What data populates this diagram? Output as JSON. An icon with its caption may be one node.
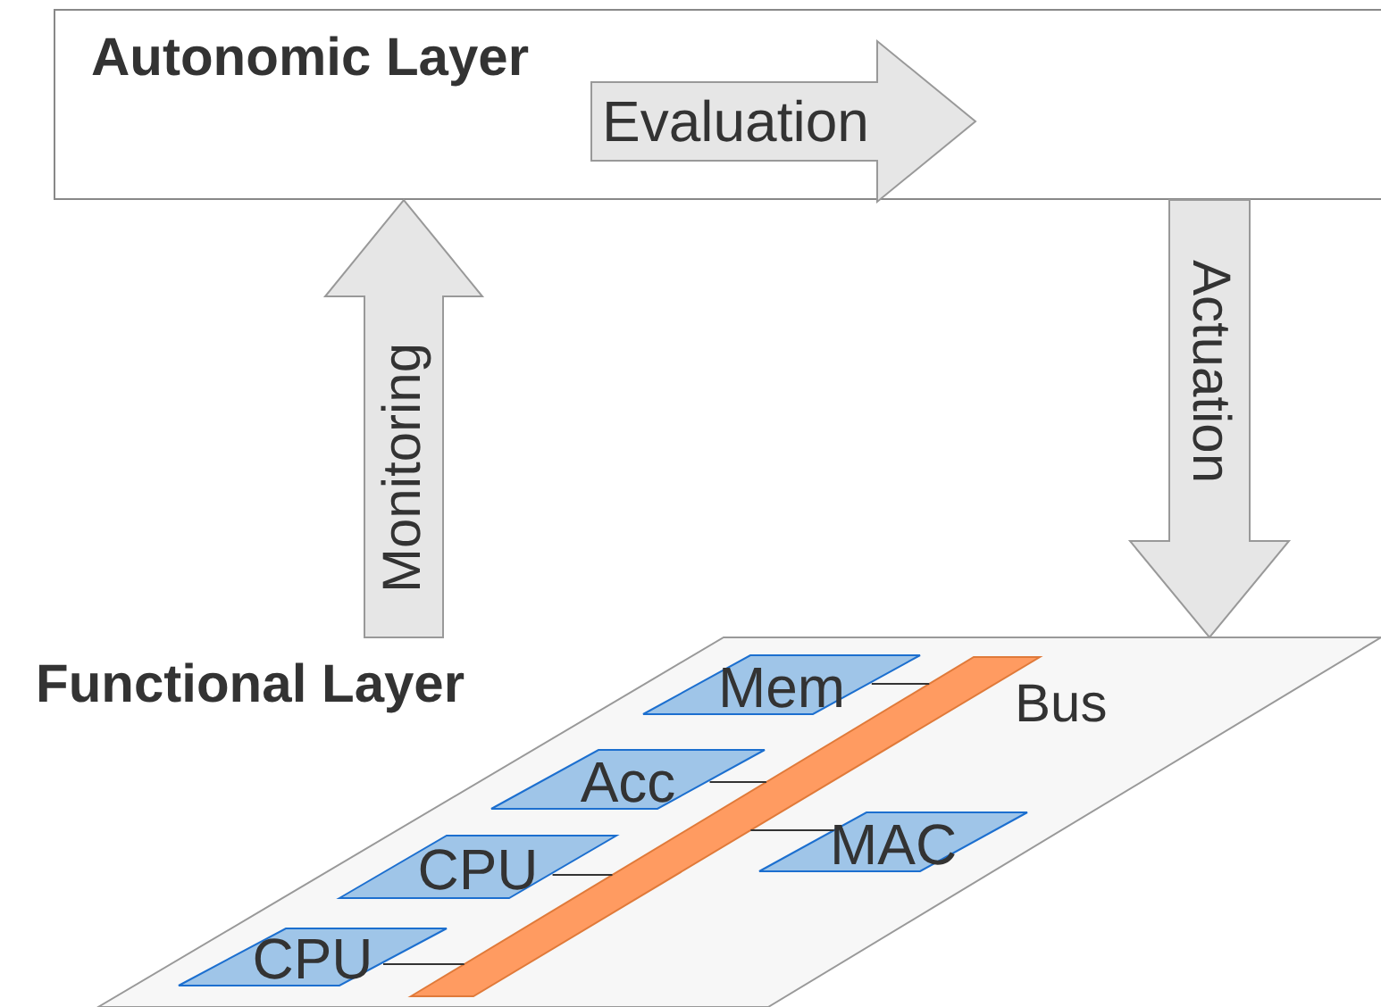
{
  "diagram": {
    "nodes": [
      {
        "text": [
          "Autonomic Layer"
        ]
      },
      {
        "text": [
          "Functional Layer"
        ]
      },
      {
        "text": [
          "Evaluation"
        ],
        "in": 0
      },
      {
        "text": [
          "Mem"
        ],
        "in": 1
      },
      {
        "text": [
          "Acc"
        ],
        "in": 1
      },
      {
        "text": [
          "CPU"
        ],
        "in": 1
      },
      {
        "text": [
          "CPU"
        ],
        "in": 1
      },
      {
        "text": [
          "MAC"
        ],
        "in": 1
      },
      {
        "text": [],
        "shape": "bar",
        "beside": [
          "Bus"
        ],
        "in": 1
      }
    ],
    "edges": [
      {
        "from": 1,
        "to": 0,
        "arrow": "to",
        "label": "Monitoring"
      },
      {
        "from": 0,
        "to": 1,
        "arrow": "to",
        "label": "Actuation"
      },
      {
        "from": 3,
        "to": 8,
        "arrow": "none"
      },
      {
        "from": 4,
        "to": 8,
        "arrow": "none"
      },
      {
        "from": 5,
        "to": 8,
        "arrow": "none"
      },
      {
        "from": 6,
        "to": 8,
        "arrow": "none"
      },
      {
        "from": 7,
        "to": 8,
        "arrow": "none"
      }
    ]
  }
}
